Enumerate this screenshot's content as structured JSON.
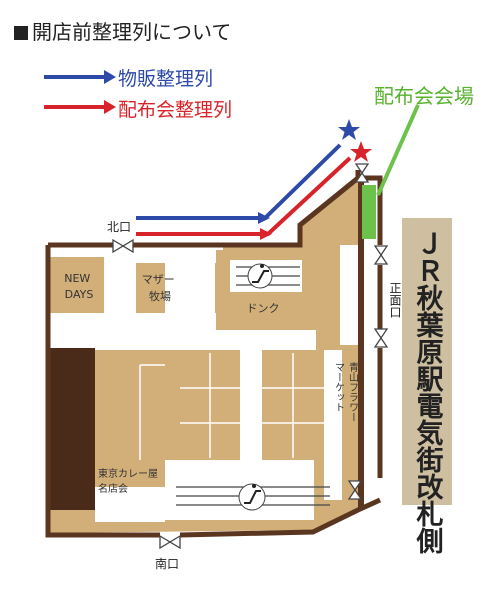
{
  "title": "開店前整理列について",
  "legend": [
    {
      "label": "物販整理列",
      "color": "#2e4aa8"
    },
    {
      "label": "配布会整理列",
      "color": "#d9232a"
    }
  ],
  "venue_label": "配布会会場",
  "colors": {
    "floor": "#d2ae78",
    "wall": "#5a3620",
    "dark_block": "#4a2a18",
    "venue": "#6cc24a",
    "jr_box": "#cdbf9f",
    "blue": "#2e4aa8",
    "red": "#d9232a"
  },
  "map": {
    "stores": {
      "new_days": "NEW\nDAYS",
      "mother_farm": "マザー\n牧場",
      "donq": "ドンク",
      "aoyama_flower": "青山フラワー\nマーケット",
      "tokyo_curry": "東京カレー屋\n名店会"
    },
    "entrances": {
      "north": "北口",
      "south": "南口",
      "main": "正面口"
    },
    "jr_side": "ＪＲ秋葉原駅電気街改札側"
  }
}
